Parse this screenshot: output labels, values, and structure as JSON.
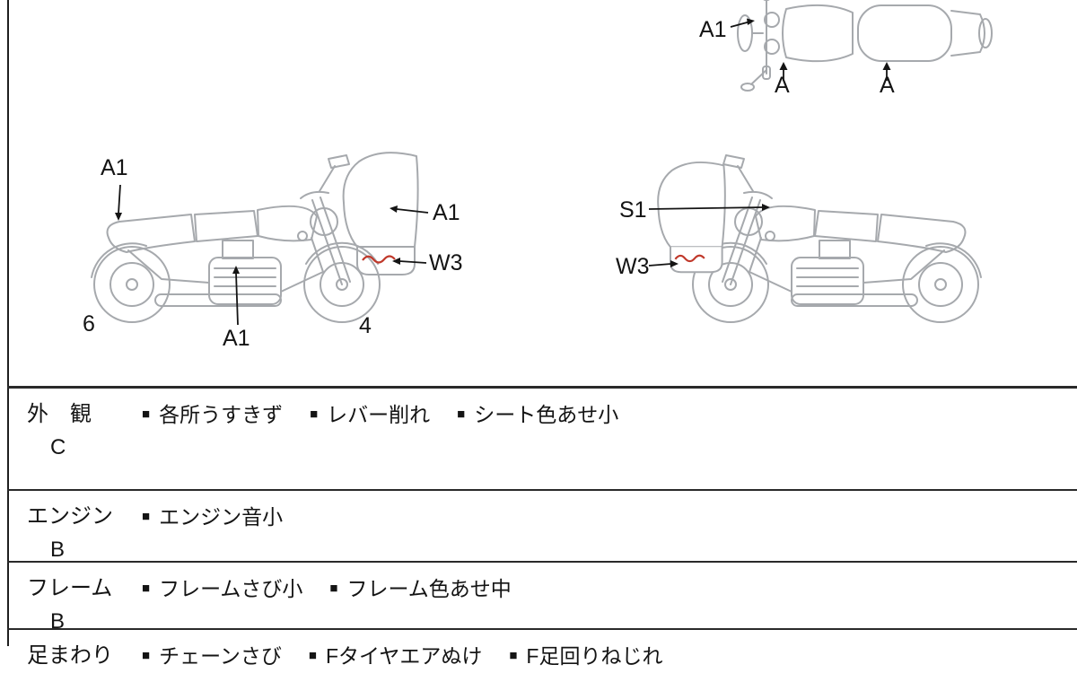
{
  "style": {
    "sketch_color": "#a6a9ad",
    "mark_color": "#c0392b",
    "line_color": "#141414"
  },
  "diagram": {
    "top_view": {
      "label_a1": "A1",
      "label_a_front": "A",
      "label_a_rear": "A"
    },
    "left_view": {
      "label_rear_cowl": "A1",
      "label_engine": "A1",
      "num_rear": "6",
      "num_front": "4"
    },
    "cowl_detail": {
      "label_screen": "A1",
      "label_wave": "W3"
    },
    "right_view": {
      "label_headlight": "S1",
      "label_cowl": "W3"
    }
  },
  "table": {
    "bullet": "■",
    "rows": [
      {
        "category": "外　観",
        "grade": "C",
        "items": [
          "各所うすきず",
          "レバー削れ",
          "シート色あせ小"
        ]
      },
      {
        "category": "エンジン",
        "grade": "B",
        "items": [
          "エンジン音小"
        ]
      },
      {
        "category": "フレーム",
        "grade": "B",
        "items": [
          "フレームさび小",
          "フレーム色あせ中"
        ]
      },
      {
        "category": "足まわり",
        "grade": "",
        "items": [
          "チェーンさび",
          "Fタイヤエアぬけ",
          "F足回りねじれ"
        ]
      }
    ]
  }
}
